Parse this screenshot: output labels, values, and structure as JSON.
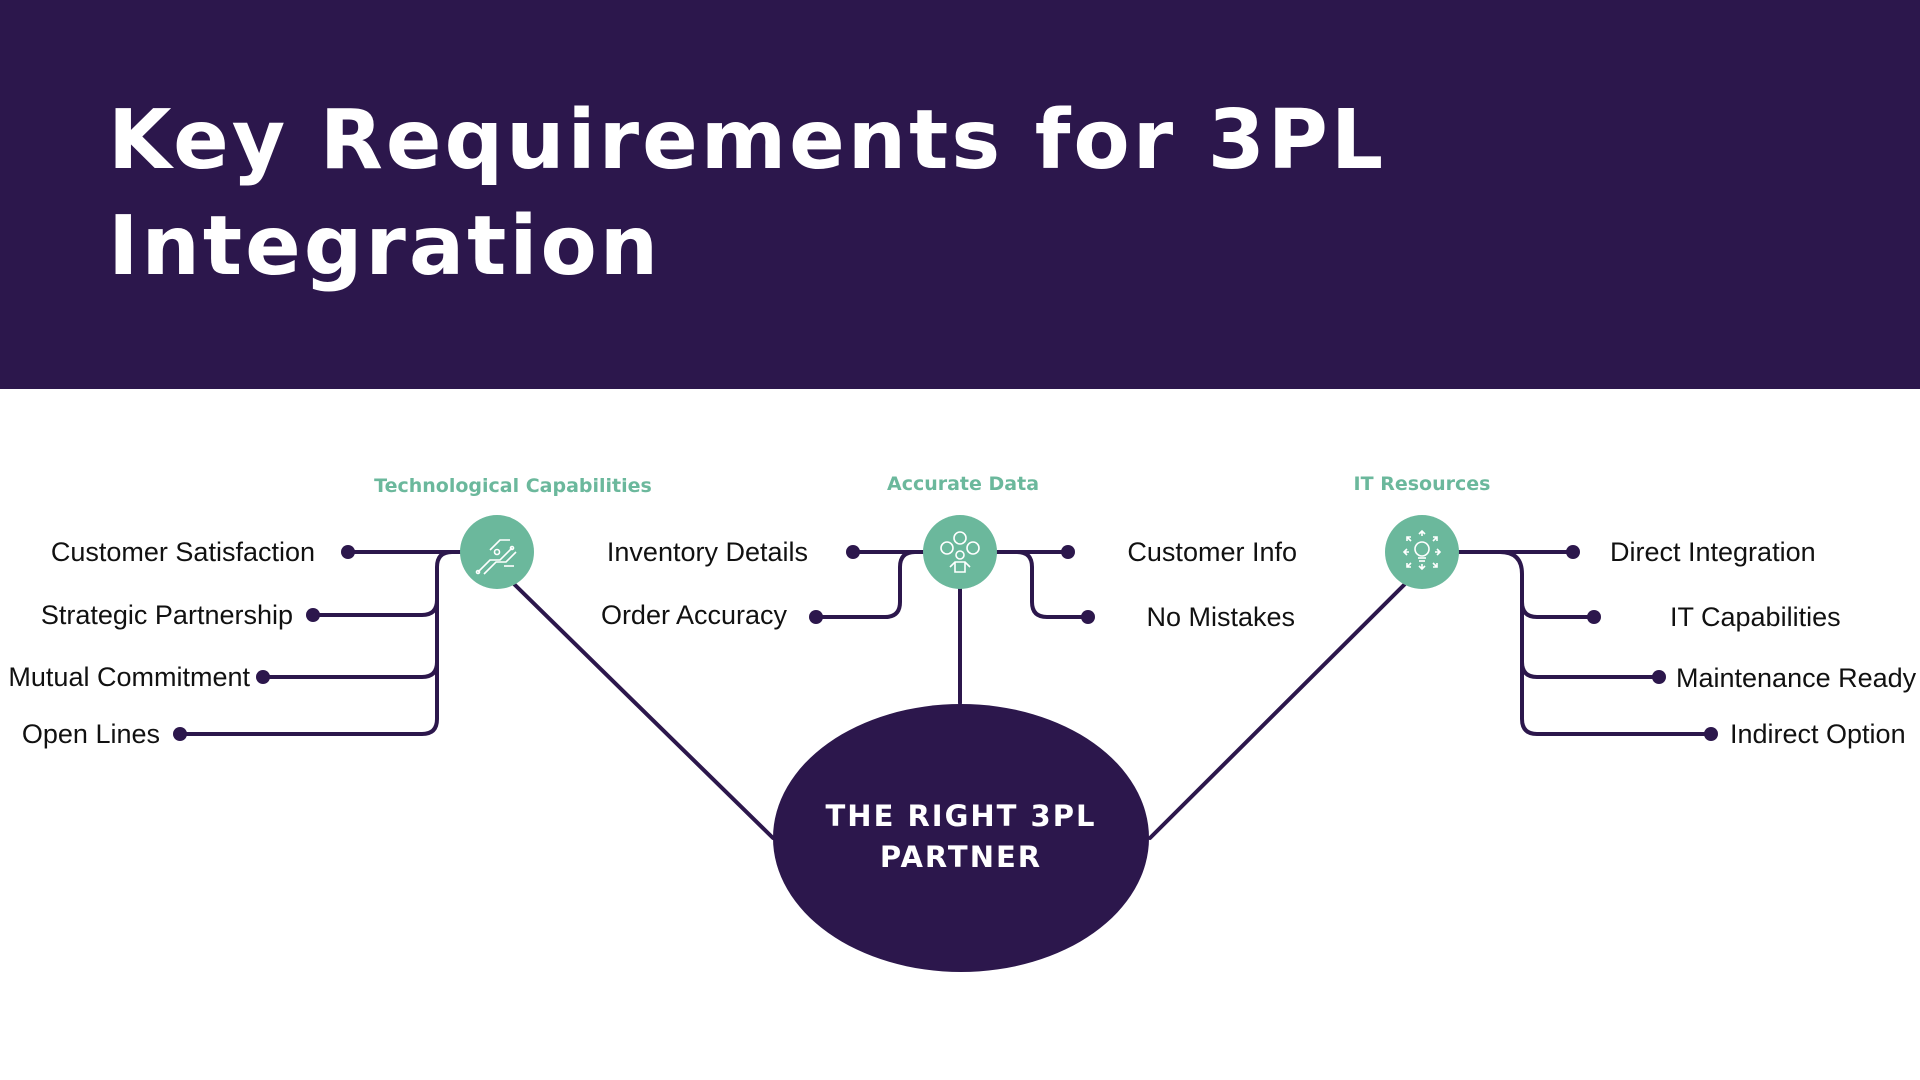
{
  "header": {
    "title_line1": "Key Requirements for 3PL",
    "title_line2": "Integration"
  },
  "center": {
    "line1": "THE RIGHT 3PL",
    "line2": "PARTNER"
  },
  "categories": [
    {
      "label": "Technological Capabilities",
      "icon": "circuit-icon",
      "items": [
        "Customer Satisfaction",
        "Strategic Partnership",
        "Mutual Commitment",
        "Open Lines"
      ]
    },
    {
      "label": "Accurate Data",
      "icon": "customer-feedback-icon",
      "items_left": [
        "Inventory Details",
        "Order Accuracy"
      ],
      "items_right": [
        "Customer Info",
        "No Mistakes"
      ]
    },
    {
      "label": "IT Resources",
      "icon": "lightbulb-ideas-icon",
      "items": [
        "Direct Integration",
        "IT Capabilities",
        "Maintenance Ready",
        "Indirect Option"
      ]
    }
  ],
  "colors": {
    "primary": "#2c174c",
    "accent": "#6bb89c",
    "background": "#ffffff"
  }
}
